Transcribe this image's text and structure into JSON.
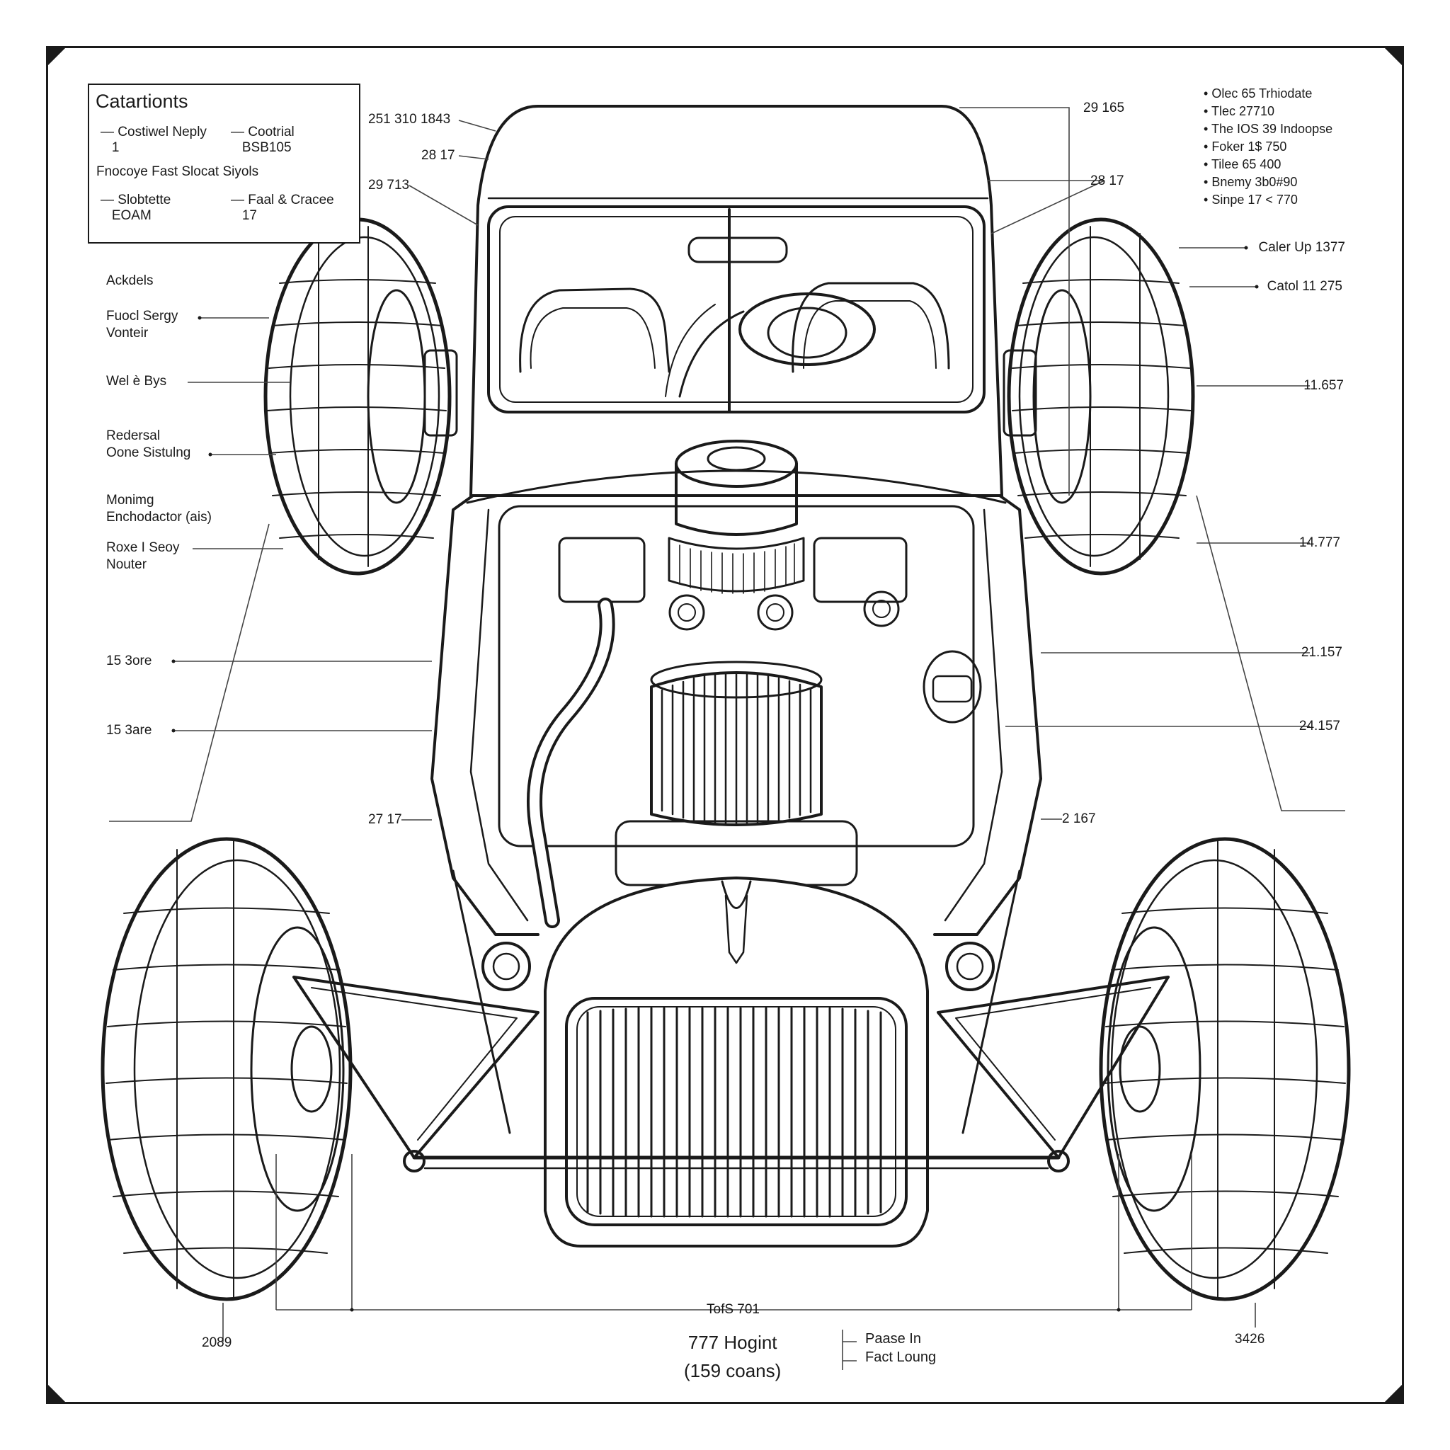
{
  "legend": {
    "title": "Catartionts",
    "entries": [
      {
        "text": "Costiwel Neply",
        "sub": "1"
      },
      {
        "text": "Cootrial",
        "sub": "BSB105"
      },
      {
        "text": "Fnocoye Fast Slocat Siyols",
        "sub": ""
      },
      {
        "text": "Slobtette",
        "sub": "EOAM"
      },
      {
        "text": "Faal & Cracee",
        "sub": "17"
      }
    ]
  },
  "side_list": [
    "Olec 65 Trhiodate",
    "Tlec 27710",
    "The IOS 39 Indoopse",
    "Foker 1$ 750",
    "Tilee 65 400",
    "Bnemy 3b0#90",
    "Sinpe 17 < 770"
  ],
  "left_labels": [
    {
      "id": "ackdels",
      "lines": [
        "Ackdels"
      ]
    },
    {
      "id": "fuocl-serg",
      "lines": [
        "Fuocl Sergy",
        "Vonteir"
      ]
    },
    {
      "id": "wele-bys",
      "lines": [
        "Wel è Bys"
      ]
    },
    {
      "id": "redersal",
      "lines": [
        "Redersal",
        "Oone Sistulng"
      ]
    },
    {
      "id": "monimg",
      "lines": [
        "Monimg",
        "Enchodactor (ais)"
      ]
    },
    {
      "id": "roxe-seoy",
      "lines": [
        "Roxe I Seoy",
        "Nouter"
      ]
    },
    {
      "id": "sore-1",
      "lines": [
        "15 3ore"
      ]
    },
    {
      "id": "sare-2",
      "lines": [
        "15 3are"
      ]
    }
  ],
  "right_labels": [
    {
      "id": "caler-up",
      "text": "Caler Up 1377"
    },
    {
      "id": "catol",
      "text": "Catol 11 275"
    },
    {
      "id": "r-1165",
      "text": "11.657"
    },
    {
      "id": "r-1477",
      "text": "14.777"
    },
    {
      "id": "r-21157",
      "text": "21.157"
    },
    {
      "id": "r-24157",
      "text": "24.157"
    }
  ],
  "callouts": {
    "c1": "251 310 1843",
    "c2": "28 17",
    "c3": "29 713",
    "c4": "29 165",
    "c5": "28 17",
    "c6": "27 17",
    "c7": "2 167",
    "c8": "TofS 701",
    "c9": "2089",
    "c10": "3426"
  },
  "footer": {
    "title_line1": "777 Hogint",
    "title_line2": "(159 coans)",
    "note1": "Paase In",
    "note2": "Fact Loung"
  }
}
